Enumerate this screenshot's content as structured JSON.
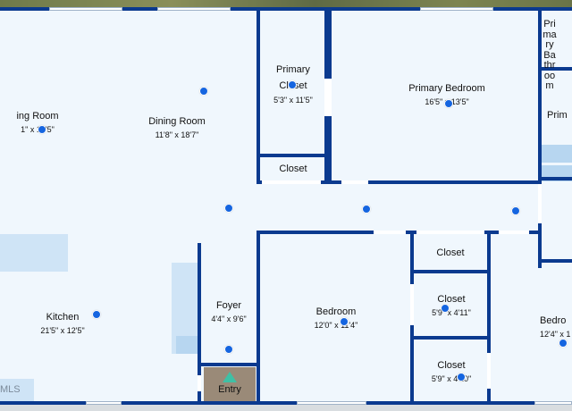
{
  "rooms": {
    "living_room": {
      "name": "ing Room",
      "dim": "1\" x 18'5\""
    },
    "dining_room": {
      "name": "Dining Room",
      "dim": "11'8\" x 18'7\""
    },
    "primary_closet": {
      "name": "Primary Closet",
      "dim": "5'3\" x 11'5\""
    },
    "closet_1": {
      "name": "Closet"
    },
    "primary_bedroom": {
      "name": "Primary Bedroom",
      "dim": "16'5\" x 13'5\""
    },
    "primary_bathroom": {
      "name": "Primary Bathroom"
    },
    "primary_right": {
      "name": "Prim"
    },
    "kitchen": {
      "name": "Kitchen",
      "dim": "21'5\" x 12'5\""
    },
    "foyer": {
      "name": "Foyer",
      "dim": "4'4\" x 9'6\""
    },
    "bedroom": {
      "name": "Bedroom",
      "dim": "12'0\" x 11'4\""
    },
    "closet_2": {
      "name": "Closet"
    },
    "closet_3": {
      "name": "Closet",
      "dim": "5'9\" x 4'11\""
    },
    "closet_4": {
      "name": "Closet",
      "dim": "5'9\" x 4'10\""
    },
    "bedroom_right": {
      "name": "Bedro",
      "dim": "12'4\" x 1"
    }
  },
  "entry": {
    "label": "Entry"
  },
  "watermark": {
    "text": "MLS"
  },
  "colors": {
    "wall": "#0b3a8f",
    "floor": "#f0f7fd",
    "marker": "#1565e0",
    "entry_arrow": "#3fc0a5"
  }
}
